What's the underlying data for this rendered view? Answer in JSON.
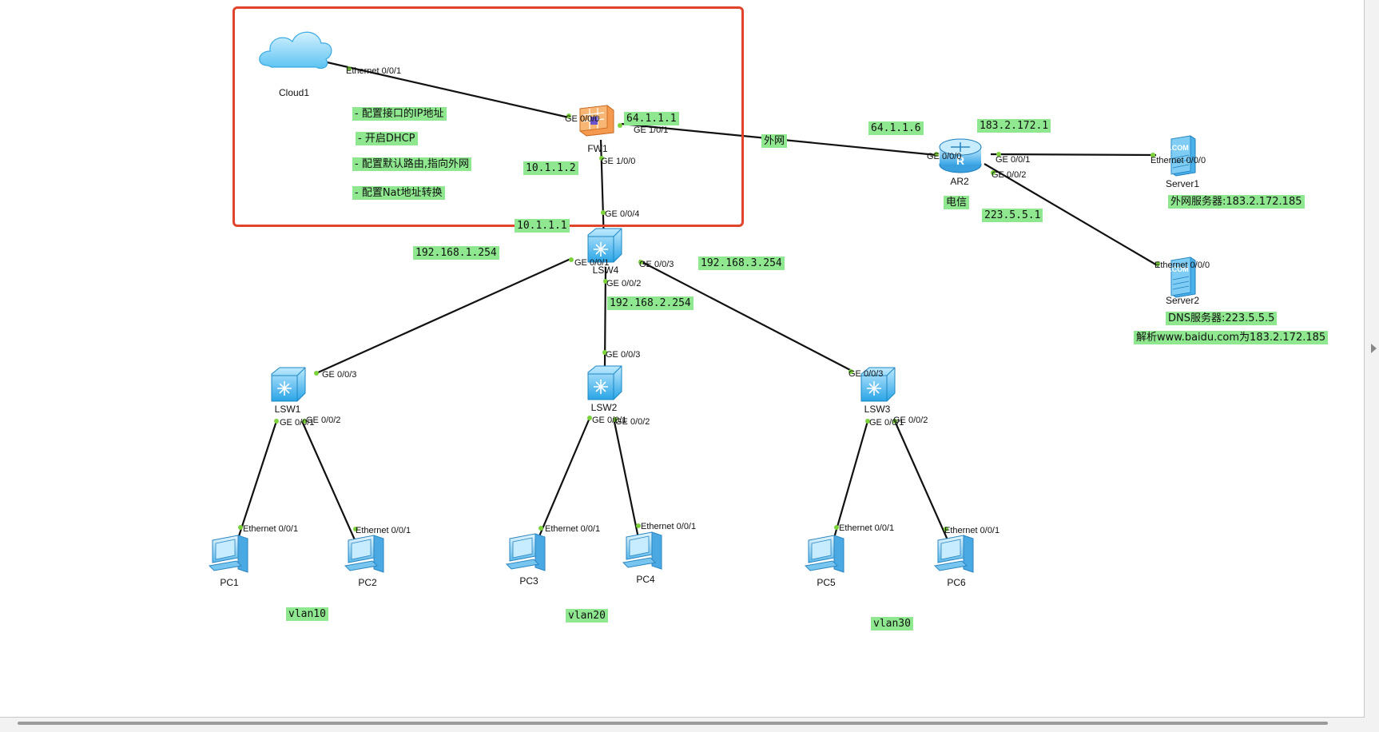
{
  "devices": {
    "cloud1": "Cloud1",
    "fw1": "FW1",
    "ar2": "AR2",
    "server1": "Server1",
    "server2": "Server2",
    "lsw4": "LSW4",
    "lsw1": "LSW1",
    "lsw2": "LSW2",
    "lsw3": "LSW3",
    "pc1": "PC1",
    "pc2": "PC2",
    "pc3": "PC3",
    "pc4": "PC4",
    "pc5": "PC5",
    "pc6": "PC6"
  },
  "ports": {
    "cloud1_eth": "Ethernet 0/0/1",
    "fw1_ge000": "GE 0/0/0",
    "fw1_ge100_a": "GE 1/0/1",
    "fw1_ge100_b": "GE 1/0/0",
    "lsw4_ge004": "GE 0/0/4",
    "lsw4_ge001": "GE 0/0/1",
    "lsw4_ge002": "GE 0/0/2",
    "lsw4_ge003": "GE 0/0/3",
    "ar2_ge000": "GE 0/0/0",
    "ar2_ge001": "GE 0/0/1",
    "ar2_ge002": "GE 0/0/2",
    "server1_eth": "Ethernet 0/0/0",
    "server2_eth": "Ethernet 0/0/0",
    "lsw1_ge003": "GE 0/0/3",
    "lsw1_ge001": "GE 0/0/1",
    "lsw1_ge002": "GE 0/0/2",
    "lsw2_ge003": "GE 0/0/3",
    "lsw2_ge001": "GE 0/0/1",
    "lsw2_ge002": "GE 0/0/2",
    "lsw3_ge003": "GE 0/0/3",
    "lsw3_ge001": "GE 0/0/1",
    "lsw3_ge002": "GE 0/0/2",
    "pc1_eth": "Ethernet 0/0/1",
    "pc2_eth": "Ethernet 0/0/1",
    "pc3_eth": "Ethernet 0/0/1",
    "pc4_eth": "Ethernet 0/0/1",
    "pc5_eth": "Ethernet 0/0/1",
    "pc6_eth": "Ethernet 0/0/1"
  },
  "notes": {
    "config_ip": "- 配置接口的IP地址",
    "enable_dhcp": "- 开启DHCP",
    "default_route": "- 配置默认路由,指向外网",
    "nat": "- 配置Nat地址转换",
    "fw_out_ip": "64.1.1.1",
    "fw_in_ip": "10.1.1.2",
    "lsw4_up_ip": "10.1.1.1",
    "external_net": "外网",
    "ar2_left_ip": "64.1.1.6",
    "ar2_top_ip": "183.2.172.1",
    "isp": "电信",
    "ar2_dns_ip": "223.5.5.1",
    "server1_desc": "外网服务器:183.2.172.185",
    "server2_desc": "DNS服务器:223.5.5.5",
    "server2_resolve": "解析www.baidu.com为183.2.172.185",
    "vlan10_gw": "192.168.1.254",
    "vlan20_gw": "192.168.2.254",
    "vlan30_gw": "192.168.3.254",
    "vlan10": "vlan10",
    "vlan20": "vlan20",
    "vlan30": "vlan30"
  },
  "colors": {
    "note_bg": "#8fe88f",
    "highlight": "#e0452b",
    "port_dot": "#7bd23b",
    "switch": "#47b7ee",
    "firewall": "#f08a3c",
    "server": "#3aa0e0",
    "cloud": "#7fd0f5"
  },
  "icons": {
    "cloud1": "cloud-icon",
    "fw1": "firewall-icon",
    "ar2": "router-icon",
    "servers": "server-icon",
    "switches": "switch-icon",
    "pcs": "pc-icon"
  }
}
